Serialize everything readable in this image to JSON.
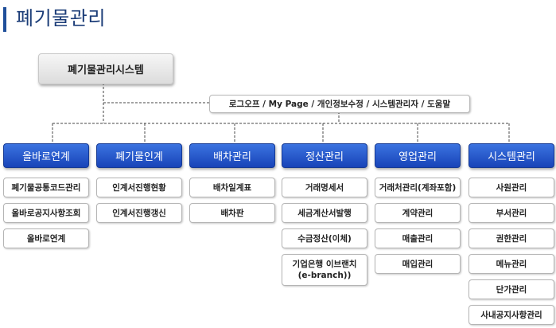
{
  "page_title": "폐기물관리",
  "root": {
    "label": "폐기물관리시스템"
  },
  "utility": {
    "label": "로그오프 / My Page / 개인정보수정 / 시스템관리자 / 도움말"
  },
  "columns": [
    {
      "label": "올바로연계",
      "items": [
        "폐기물공통코드관리",
        "올바로공지사항조회",
        "올바로연계"
      ]
    },
    {
      "label": "폐기물인계",
      "items": [
        "인계서진행현황",
        "인계서진행갱신"
      ]
    },
    {
      "label": "배차관리",
      "items": [
        "배차일계표",
        "배차판"
      ]
    },
    {
      "label": "정산관리",
      "items": [
        "거래명세서",
        "세금계산서발행",
        "수금정산(이체)",
        "기업은행 이브랜치",
        "(e-branch))"
      ]
    },
    {
      "label": "영업관리",
      "items": [
        "거래처관리(계좌포함)",
        "계약관리",
        "매출관리",
        "매입관리"
      ]
    },
    {
      "label": "시스템관리",
      "items": [
        "사원관리",
        "부서관리",
        "권한관리",
        "메뉴관리",
        "단가관리",
        "사내공지사항관리"
      ]
    }
  ]
}
